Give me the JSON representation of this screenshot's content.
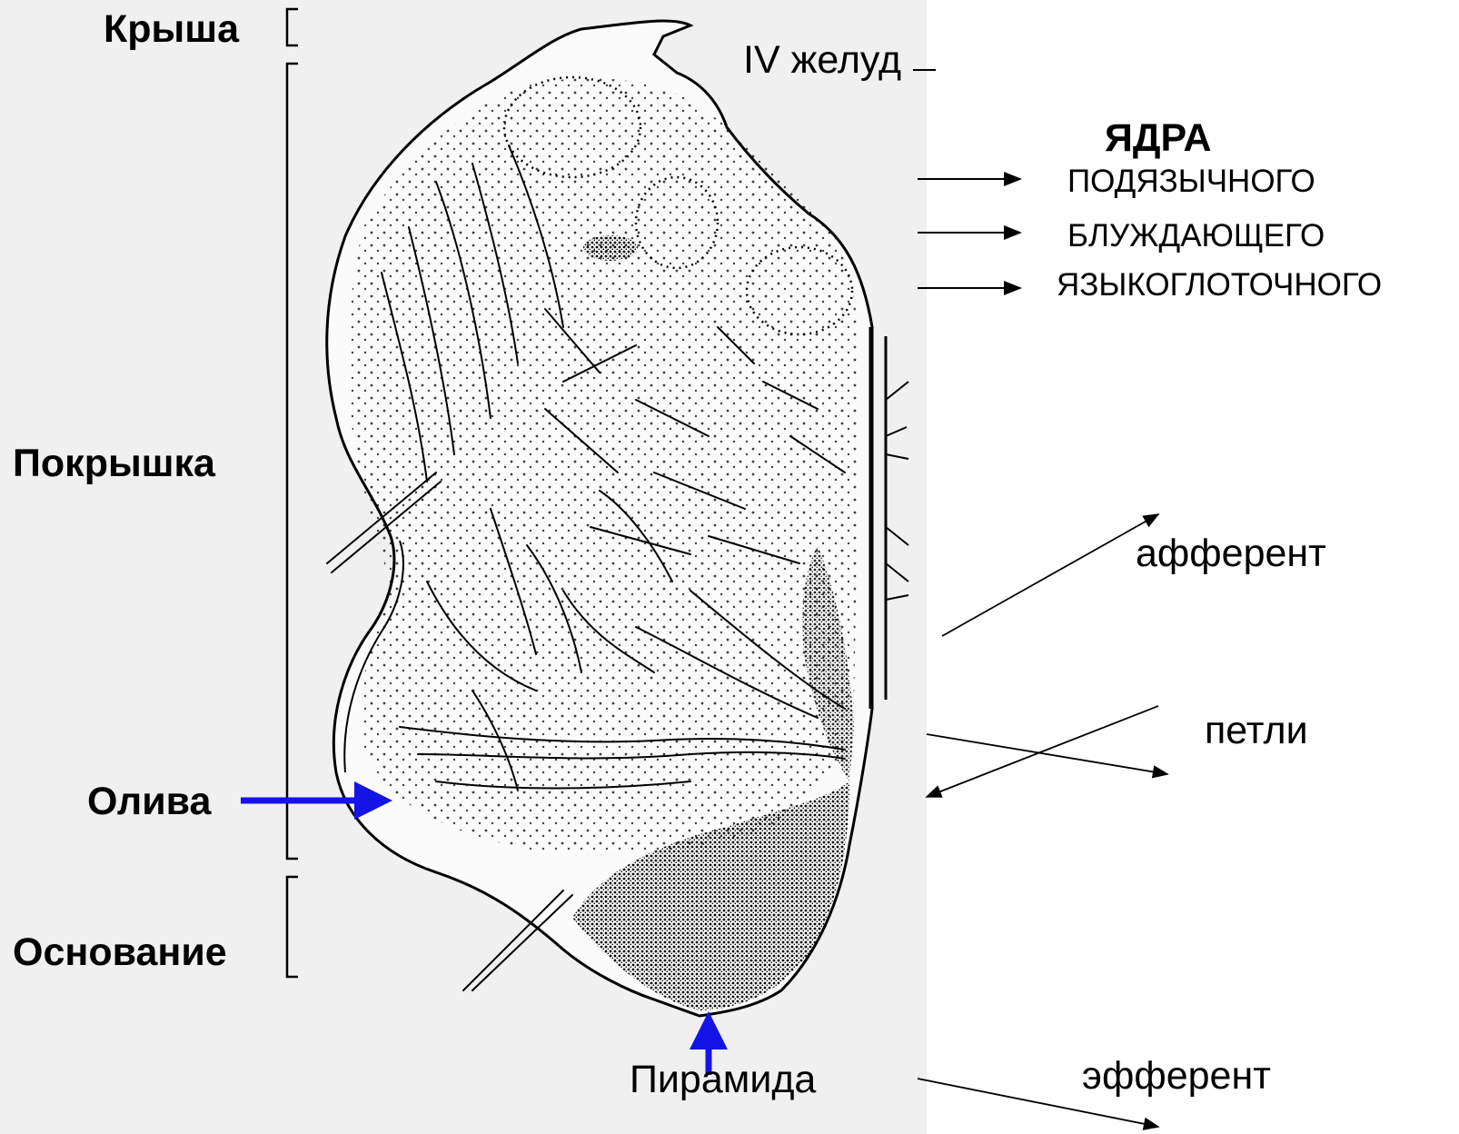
{
  "labels": {
    "roof": "Крыша",
    "fourth_ventricle": "IV желуд",
    "nuclei_title": "ЯДРА",
    "hypoglossal": "ПОДЯЗЫЧНОГО",
    "vagus": "БЛУЖДАЮЩЕГО",
    "glossopharyngeal": "ЯЗЫКОГЛОТОЧНОГО",
    "tegmentum": "Покрышка",
    "afferent": "афферент",
    "loops": "петли",
    "olive": "Олива",
    "base": "Основание",
    "pyramid": "Пирамида",
    "efferent": "эфферент"
  },
  "colors": {
    "accent_arrow": "#1414e6",
    "ink": "#000000",
    "background": "#ffffff",
    "scan_tint": "#f0f0f0"
  }
}
